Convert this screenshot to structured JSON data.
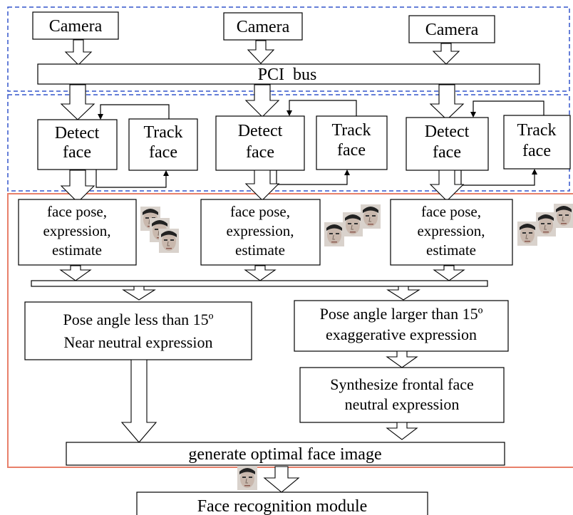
{
  "cameras": [
    "Camera",
    "Camera",
    "Camera"
  ],
  "bus_label": "PCI  bus",
  "detect_label": [
    "Detect",
    "face"
  ],
  "track_label": [
    "Track",
    "face"
  ],
  "estimate_label": [
    "face pose,",
    "expression,",
    "estimate"
  ],
  "left_branch": [
    "Pose angle less than 15º",
    "Near neutral expression"
  ],
  "right_branch": [
    "Pose angle larger than 15º",
    "exaggerative expression"
  ],
  "synthesize": [
    "Synthesize frontal face",
    "neutral expression"
  ],
  "generate": "generate optimal face image",
  "recognition": "Face recognition module",
  "colors": {
    "blue_dash": "#3355cc",
    "red_frame": "#e8806a"
  }
}
